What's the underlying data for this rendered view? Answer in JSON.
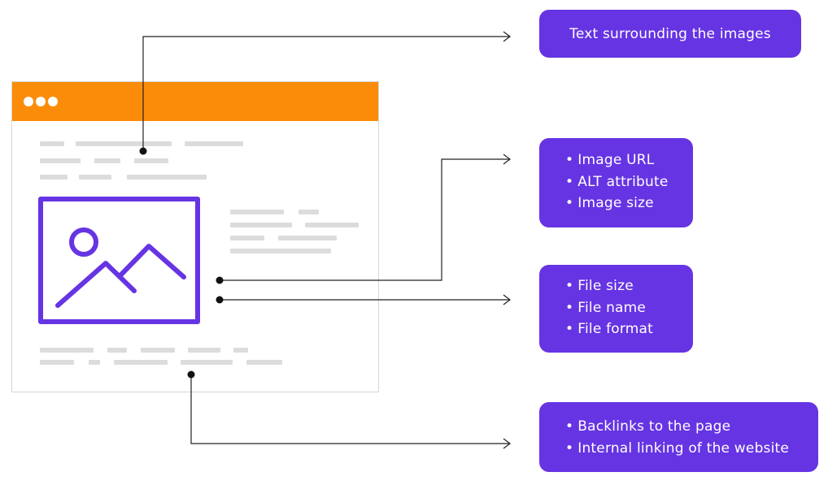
{
  "colors": {
    "accent": "#6634e3",
    "browser_bar": "#fb8c0a",
    "placeholder_line": "#dcdcdc",
    "connector": "#222222"
  },
  "browser_mockup": {
    "window_dots": 3,
    "image_icon": "landscape-image-icon"
  },
  "callouts": {
    "surrounding_text": "Text surrounding the images",
    "image_attributes": [
      "Image URL",
      "ALT attribute",
      "Image size"
    ],
    "file_properties": [
      "File size",
      "File name",
      "File format"
    ],
    "linking": [
      "Backlinks to the page",
      "Internal linking of the website"
    ]
  }
}
